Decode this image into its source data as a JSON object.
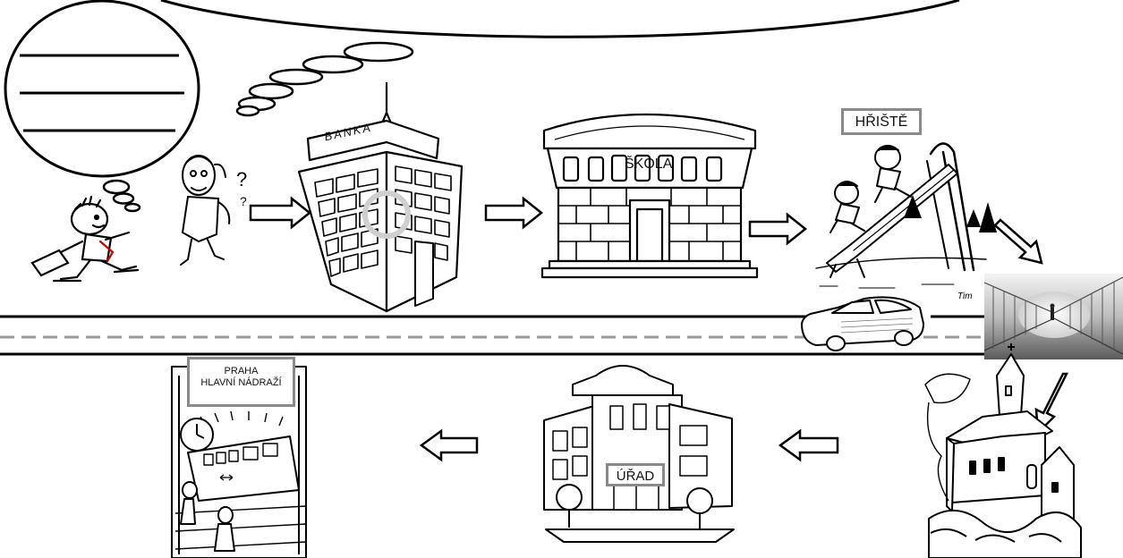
{
  "labels": {
    "banka": "BANKA",
    "skola": "ŠKOLA",
    "hriste": "HŘIŠTĚ",
    "urad": "ÚŘAD",
    "praha_line1": "PRAHA",
    "praha_line2": "HLAVNÍ NÁDRAŽÍ"
  },
  "colors": {
    "ink": "#000000",
    "sign_border": "#8a8a8a",
    "road_dash": "#9a9a9a"
  },
  "icons": {
    "thought_bubble": "speech-bubble-icon",
    "arrow": "outline-arrow-icon"
  }
}
